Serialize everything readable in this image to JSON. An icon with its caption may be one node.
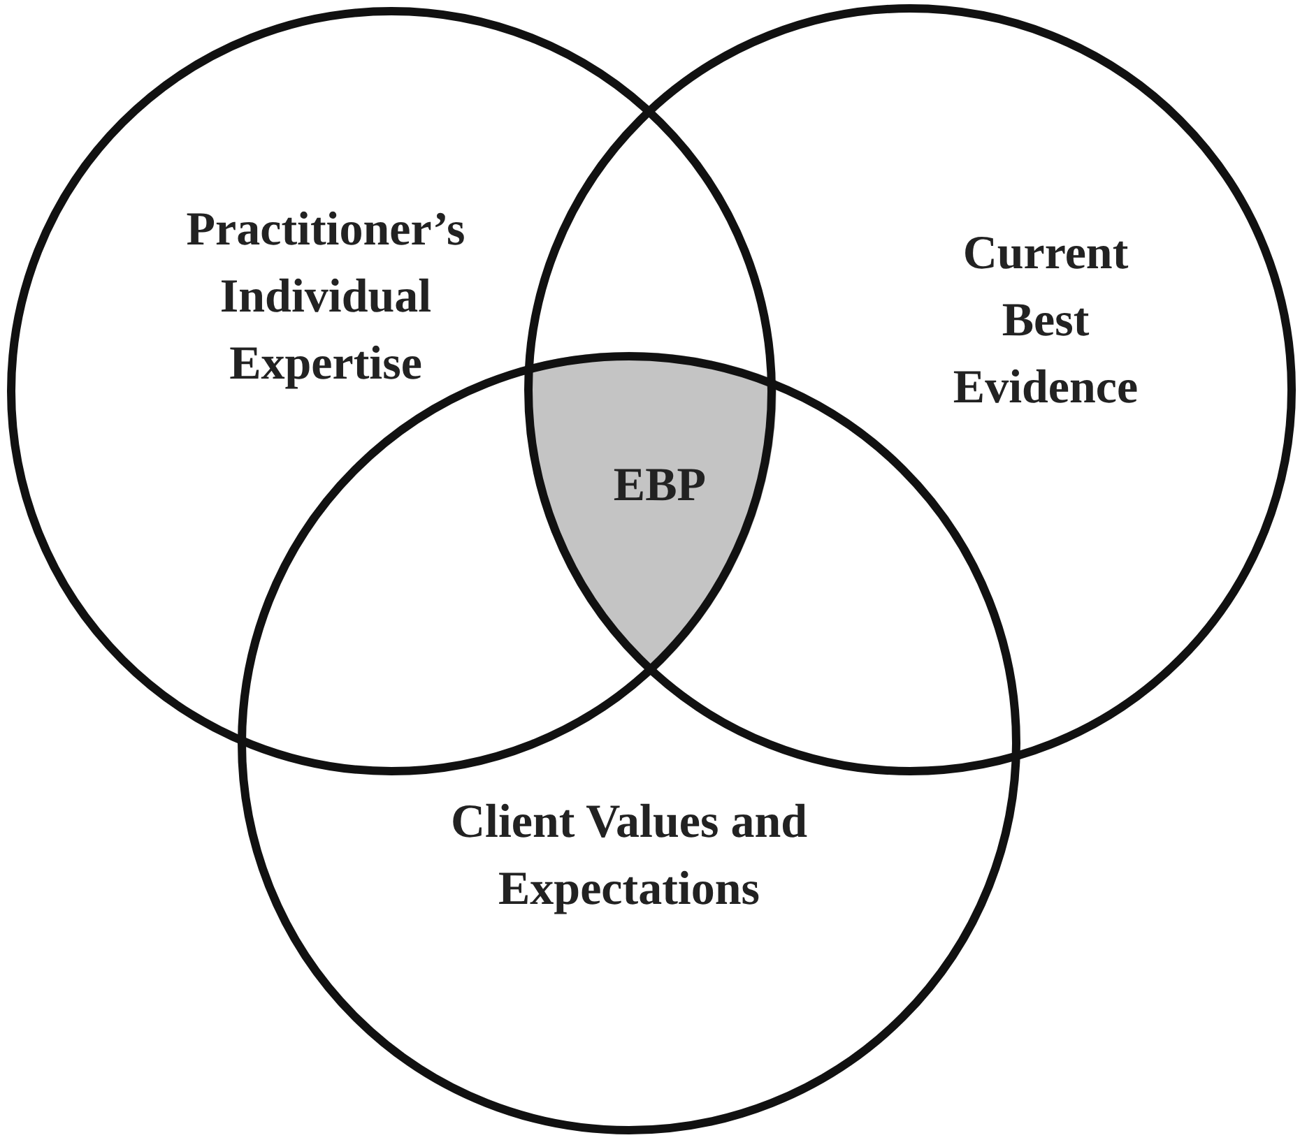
{
  "diagram": {
    "nodes": [
      {
        "text": [
          "Practitioner’s Individual Expertise"
        ]
      },
      {
        "text": [
          "Current Best Evidence"
        ]
      },
      {
        "text": [
          "Client Values and Expectations"
        ]
      },
      {
        "text": [
          "EBP"
        ]
      }
    ]
  }
}
